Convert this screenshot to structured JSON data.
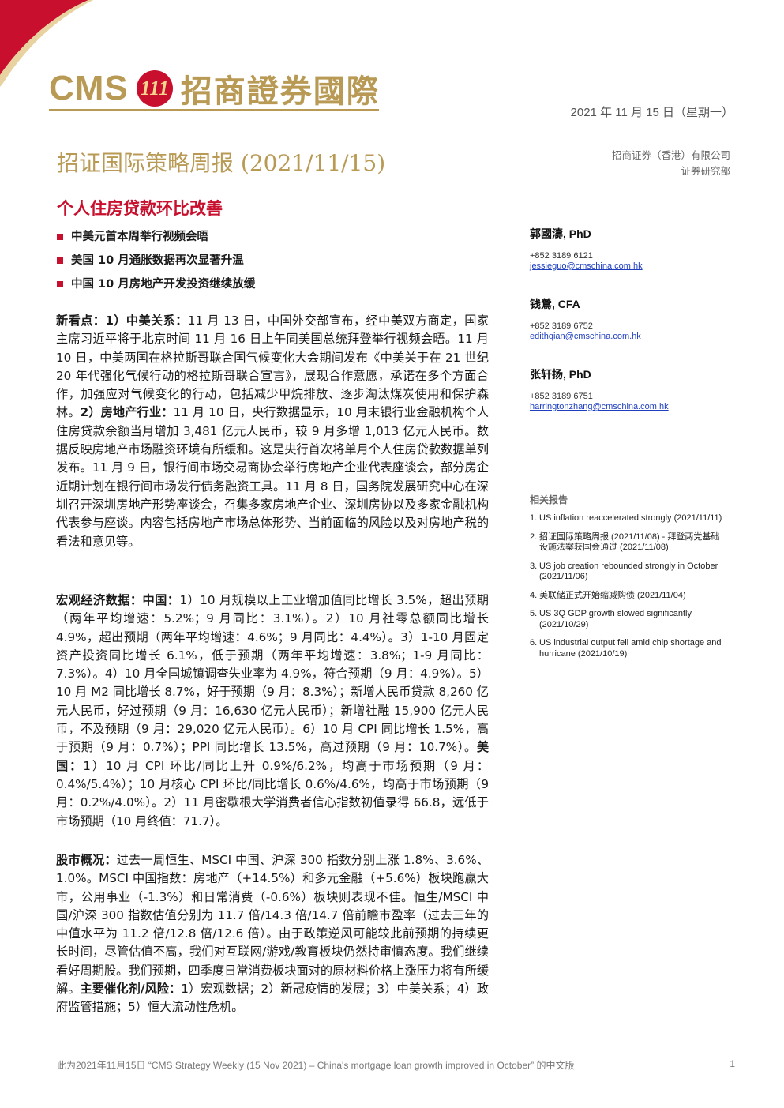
{
  "header": {
    "logo_latin": "CMS",
    "logo_badge": "111",
    "logo_chinese": "招商證券國際",
    "date": "2021 年 11 月 15 日（星期一）",
    "company_line1": "招商证券（香港）有限公司",
    "company_line2": "证券研究部"
  },
  "report": {
    "title": "招证国际策略周报 (2021/11/15)",
    "subtitle": "个人住房贷款环比改善",
    "bullets": [
      "中美元首本周举行视频会晤",
      "美国 10 月通胀数据再次显著升温",
      "中国 10 月房地产开发投资继续放缓"
    ]
  },
  "sections": {
    "p1": {
      "lead": "新看点：1）中美关系：",
      "t1": "11 月 13 日，中国外交部宣布，经中美双方商定，国家主席习近平将于北京时间 11 月 16 日上午同美国总统拜登举行视频会晤。11 月 10 日，中美两国在格拉斯哥联合国气候变化大会期间发布《中美关于在 21 世纪 20 年代强化气候行动的格拉斯哥联合宣言》，展现合作意愿，承诺在多个方面合作，加强应对气候变化的行动，包括减少甲烷排放、逐步淘汰煤炭使用和保护森林。",
      "b2": "2）房地产行业：",
      "t2": "11 月 10 日，央行数据显示，10 月末银行业金融机构个人住房贷款余额当月增加 3,481 亿元人民币，较 9 月多增 1,013 亿元人民币。数据反映房地产市场融资环境有所缓和。这是央行首次将单月个人住房贷款数据单列发布。11 月 9 日，银行间市场交易商协会举行房地产企业代表座谈会，部分房企近期计划在银行间市场发行债务融资工具。11 月 8 日，国务院发展研究中心在深圳召开深圳房地产形势座谈会，召集多家房地产企业、深圳房协以及多家金融机构代表参与座谈。内容包括房地产市场总体形势、当前面临的风险以及对房地产税的看法和意见等。"
    },
    "p2": {
      "lead": "宏观经济数据：中国：",
      "t1": "1）10 月规模以上工业增加值同比增长 3.5%，超出预期（两年平均增速：5.2%；9 月同比：3.1%）。2）10 月社零总额同比增长 4.9%，超出预期（两年平均增速：4.6%；9 月同比：4.4%）。3）1-10 月固定资产投资同比增长 6.1%，低于预期（两年平均增速：3.8%；1-9 月同比：7.3%）。4）10 月全国城镇调查失业率为 4.9%，符合预期（9 月：4.9%）。5）10 月 M2 同比增长 8.7%，好于预期（9 月：8.3%）；新增人民币贷款 8,260 亿元人民币，好过预期（9 月：16,630 亿元人民币）；新增社融 15,900 亿元人民币，不及预期（9 月：29,020 亿元人民币）。6）10 月 CPI 同比增长 1.5%，高于预期（9 月：0.7%）；PPI 同比增长 13.5%，高过预期（9 月：10.7%）。",
      "b2": "美国：",
      "t2": "1）10 月 CPI 环比/同比上升 0.9%/6.2%，均高于市场预期（9 月：0.4%/5.4%）；10 月核心 CPI 环比/同比增长 0.6%/4.6%，均高于市场预期（9 月：0.2%/4.0%）。2）11 月密歇根大学消费者信心指数初值录得 66.8，远低于市场预期（10 月终值：71.7）。"
    },
    "p3": {
      "lead": "股市概况：",
      "t1": "过去一周恒生、MSCI 中国、沪深 300 指数分别上涨 1.8%、3.6%、1.0%。MSCI 中国指数：房地产（+14.5%）和多元金融（+5.6%）板块跑赢大市，公用事业（-1.3%）和日常消费（-0.6%）板块则表现不佳。恒生/MSCI 中国/沪深 300 指数估值分别为 11.7 倍/14.3 倍/14.7 倍前瞻市盈率（过去三年的中值水平为 11.2 倍/12.8 倍/12.6 倍）。由于政策逆风可能较此前预期的持续更长时间，尽管估值不高，我们对互联网/游戏/教育板块仍然持审慎态度。我们继续看好周期股。我们预期，四季度日常消费板块面对的原材料价格上涨压力将有所缓解。",
      "b2": "主要催化剂/风险：",
      "t2": "1）宏观数据；2）新冠疫情的发展；3）中美关系；4）政府监管措施；5）恒大流动性危机。"
    }
  },
  "analysts": [
    {
      "name": "郭國濤, PhD",
      "phone": "+852 3189 6121",
      "email": "jessieguo@cmschina.com.hk"
    },
    {
      "name": "钱鶯, CFA",
      "phone": "+852 3189 6752",
      "email": "edithqian@cmschina.com.hk"
    },
    {
      "name": "张轩扬, PhD",
      "phone": "+852 3189 6751",
      "email": "harringtonzhang@cmschina.com.hk"
    }
  ],
  "related": {
    "heading": "相关报告",
    "items": [
      {
        "num": "1.",
        "text": "US inflation reaccelerated strongly (2021/11/11)"
      },
      {
        "num": "2.",
        "text": "招证国际策略周报 (2021/11/08) - 拜登两党基础设施法案获国会通过 (2021/11/08)"
      },
      {
        "num": "3.",
        "text": "US job creation rebounded strongly in October (2021/11/06)"
      },
      {
        "num": "4.",
        "text": "美联储正式开始缩减购债 (2021/11/04)"
      },
      {
        "num": "5.",
        "text": "US 3Q GDP growth slowed significantly (2021/10/29)"
      },
      {
        "num": "6.",
        "text": "US industrial output fell amid chip shortage and hurricane (2021/10/19)"
      }
    ]
  },
  "footer": {
    "note": "此为2021年11月15日 “CMS Strategy Weekly (15 Nov 2021) – China's mortgage loan growth improved in October” 的中文版",
    "page": "1"
  },
  "colors": {
    "brand_gold": "#b89a55",
    "accent_red": "#c8102e",
    "link_blue": "#1f3fbf"
  }
}
